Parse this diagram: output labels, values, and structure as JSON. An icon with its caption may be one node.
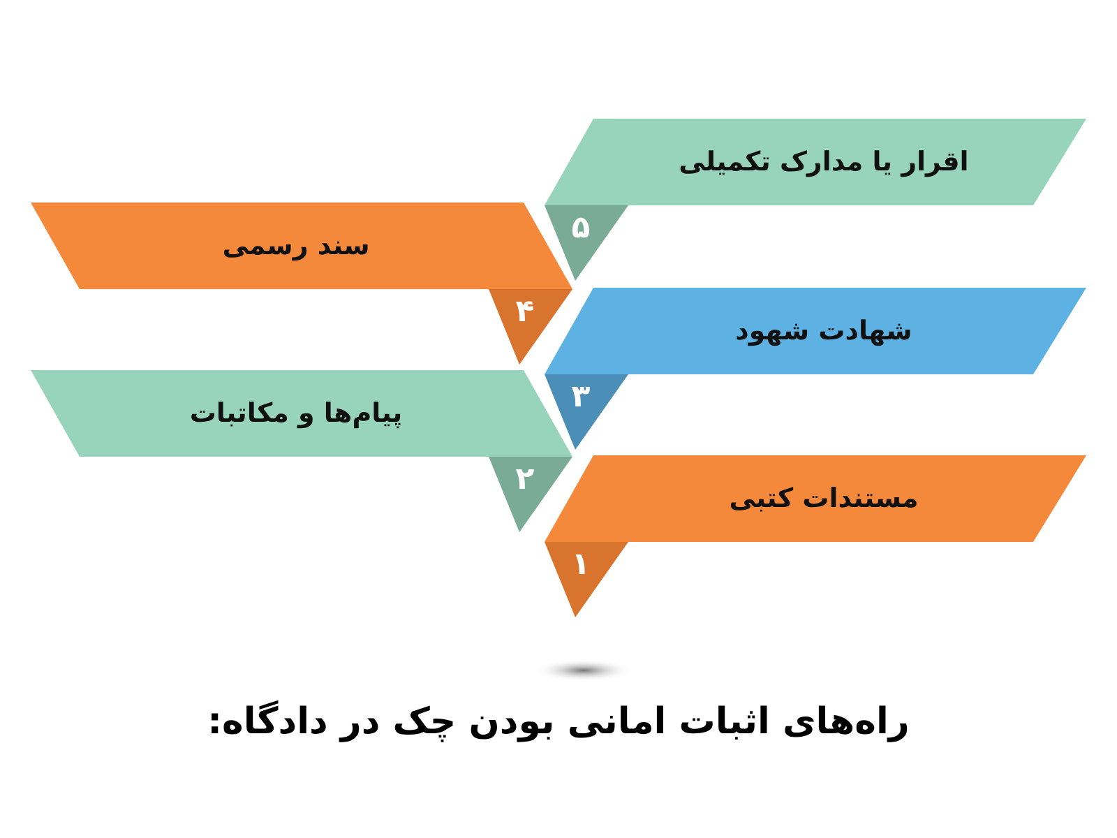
{
  "diagram": {
    "title": "راه‌های اثبات امانی بودن چک در دادگاه:",
    "nodes": [
      {
        "text": [
          "اقرار یا مدارک تکمیلی"
        ]
      },
      {
        "text": [
          "۵"
        ]
      },
      {
        "text": [
          "سند رسمی"
        ]
      },
      {
        "text": [
          "۴"
        ]
      },
      {
        "text": [
          "شهادت شهود"
        ]
      },
      {
        "text": [
          "۳"
        ]
      },
      {
        "text": [
          "پیام‌ها و مکاتبات"
        ]
      },
      {
        "text": [
          "۲"
        ]
      },
      {
        "text": [
          "مستندات کتبی"
        ]
      },
      {
        "text": [
          "۱"
        ]
      }
    ],
    "edges": []
  }
}
